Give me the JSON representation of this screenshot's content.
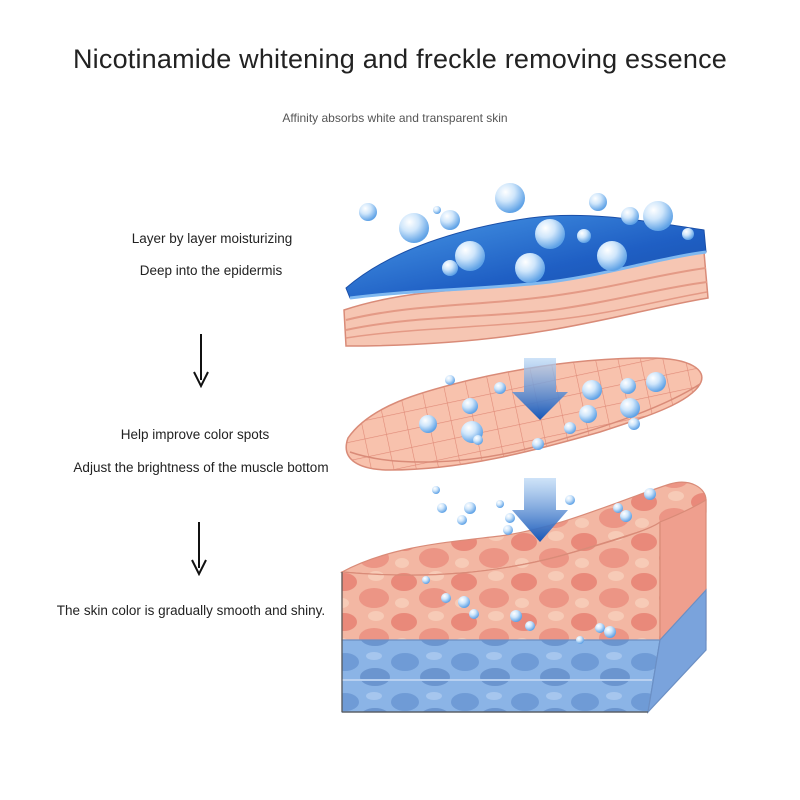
{
  "header": {
    "title": "Nicotinamide whitening and freckle removing essence",
    "subtitle": "Affinity absorbs white and transparent skin"
  },
  "steps": [
    {
      "line1": "Layer by layer moisturizing",
      "line2": "Deep into the epidermis"
    },
    {
      "line1": "Help improve color spots",
      "line2": "Adjust the brightness of the muscle bottom"
    },
    {
      "line1": "The skin color is gradually smooth and shiny."
    }
  ],
  "icons": {
    "step_arrow": "down-arrow-icon",
    "layer_arrow": "down-arrow-icon",
    "droplet": "water-droplet-icon"
  },
  "colors": {
    "moisture_blue": "#2f7fd4",
    "skin_pink": "#f2b8a4",
    "deep_blue": "#6c9bd8",
    "arrow_blue": "#1a63c4"
  }
}
